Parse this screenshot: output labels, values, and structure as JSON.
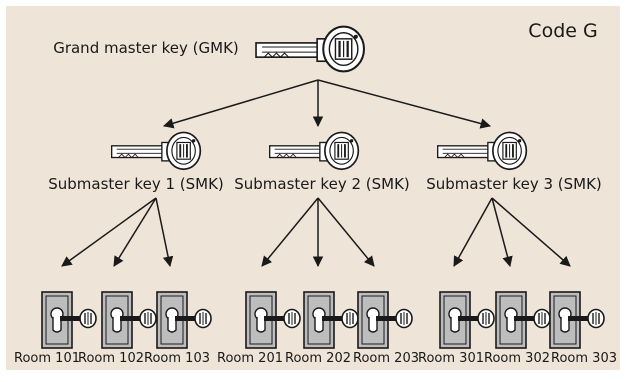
{
  "code_label": "Code G",
  "grand_master": {
    "label": "Grand master key (GMK)"
  },
  "submasters": [
    {
      "label": "Submaster key 1 (SMK)",
      "rooms": [
        "Room 101",
        "Room 102",
        "Room 103"
      ]
    },
    {
      "label": "Submaster key 2 (SMK)",
      "rooms": [
        "Room 201",
        "Room 202",
        "Room 203"
      ]
    },
    {
      "label": "Submaster key 3 (SMK)",
      "rooms": [
        "Room 301",
        "Room 302",
        "Room 303"
      ]
    }
  ],
  "colors": {
    "background": "#efe4d8",
    "frame": "#ffffff",
    "ink": "#1a1a1a",
    "plate": "#bdbdbd",
    "key_fill": "#ffffff"
  },
  "icons": [
    "key-icon",
    "lock-cylinder-icon",
    "arrow-icon"
  ]
}
